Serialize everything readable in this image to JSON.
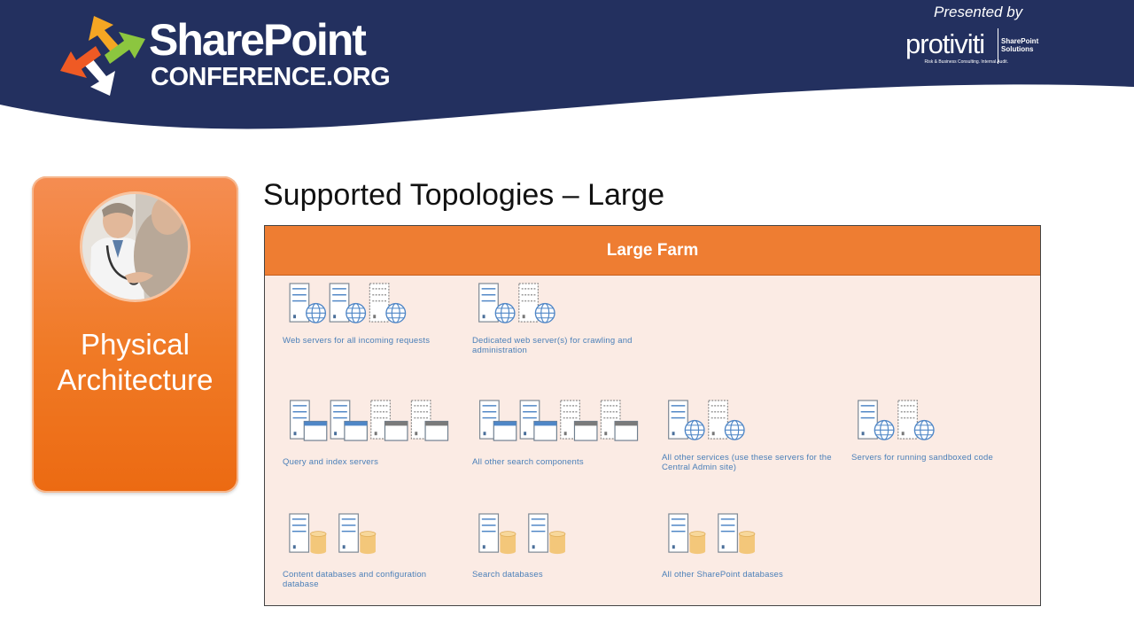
{
  "brand": {
    "name": "SharePoint",
    "domain": "CONFERENCE.ORG",
    "presented_by": "Presented by",
    "sponsor": "protiviti",
    "sponsor_tagline": "Risk & Business Consulting. Internal Audit.",
    "sponsor_unit": "SharePoint Solutions"
  },
  "sidebar": {
    "title_line1": "Physical",
    "title_line2": "Architecture"
  },
  "slide": {
    "title": "Supported Topologies – Large"
  },
  "diagram": {
    "header": "Large Farm",
    "groups": [
      {
        "label": "Web servers for all incoming requests",
        "icon": "web-server-icon",
        "servers": [
          "solid",
          "solid",
          "dashed"
        ]
      },
      {
        "label": "Dedicated web server(s) for crawling and administration",
        "icon": "web-server-icon",
        "servers": [
          "solid",
          "dashed"
        ]
      },
      {
        "label": "Query and index servers",
        "icon": "search-server-icon",
        "servers": [
          "solid",
          "solid",
          "dashed",
          "dashed"
        ]
      },
      {
        "label": "All other search components",
        "icon": "search-server-icon",
        "servers": [
          "solid",
          "solid",
          "dashed",
          "dashed"
        ]
      },
      {
        "label": "All other services (use these servers for the Central Admin site)",
        "icon": "web-server-icon",
        "servers": [
          "solid",
          "dashed"
        ]
      },
      {
        "label": "Servers for running sandboxed code",
        "icon": "web-server-icon",
        "servers": [
          "solid",
          "dashed"
        ]
      },
      {
        "label": "Content databases and configuration database",
        "icon": "database-server-icon",
        "servers": [
          "solid",
          "solid"
        ]
      },
      {
        "label": "Search databases",
        "icon": "database-server-icon",
        "servers": [
          "solid",
          "solid"
        ]
      },
      {
        "label": "All other SharePoint databases",
        "icon": "database-server-icon",
        "servers": [
          "solid",
          "solid"
        ]
      }
    ]
  },
  "colors": {
    "banner": "#23305f",
    "accent_orange": "#ee7d32",
    "panel_bg": "#fbebe4",
    "label_blue": "#4a7fb8",
    "server_blue": "#4f86c6",
    "db_gold": "#f3c77a"
  }
}
